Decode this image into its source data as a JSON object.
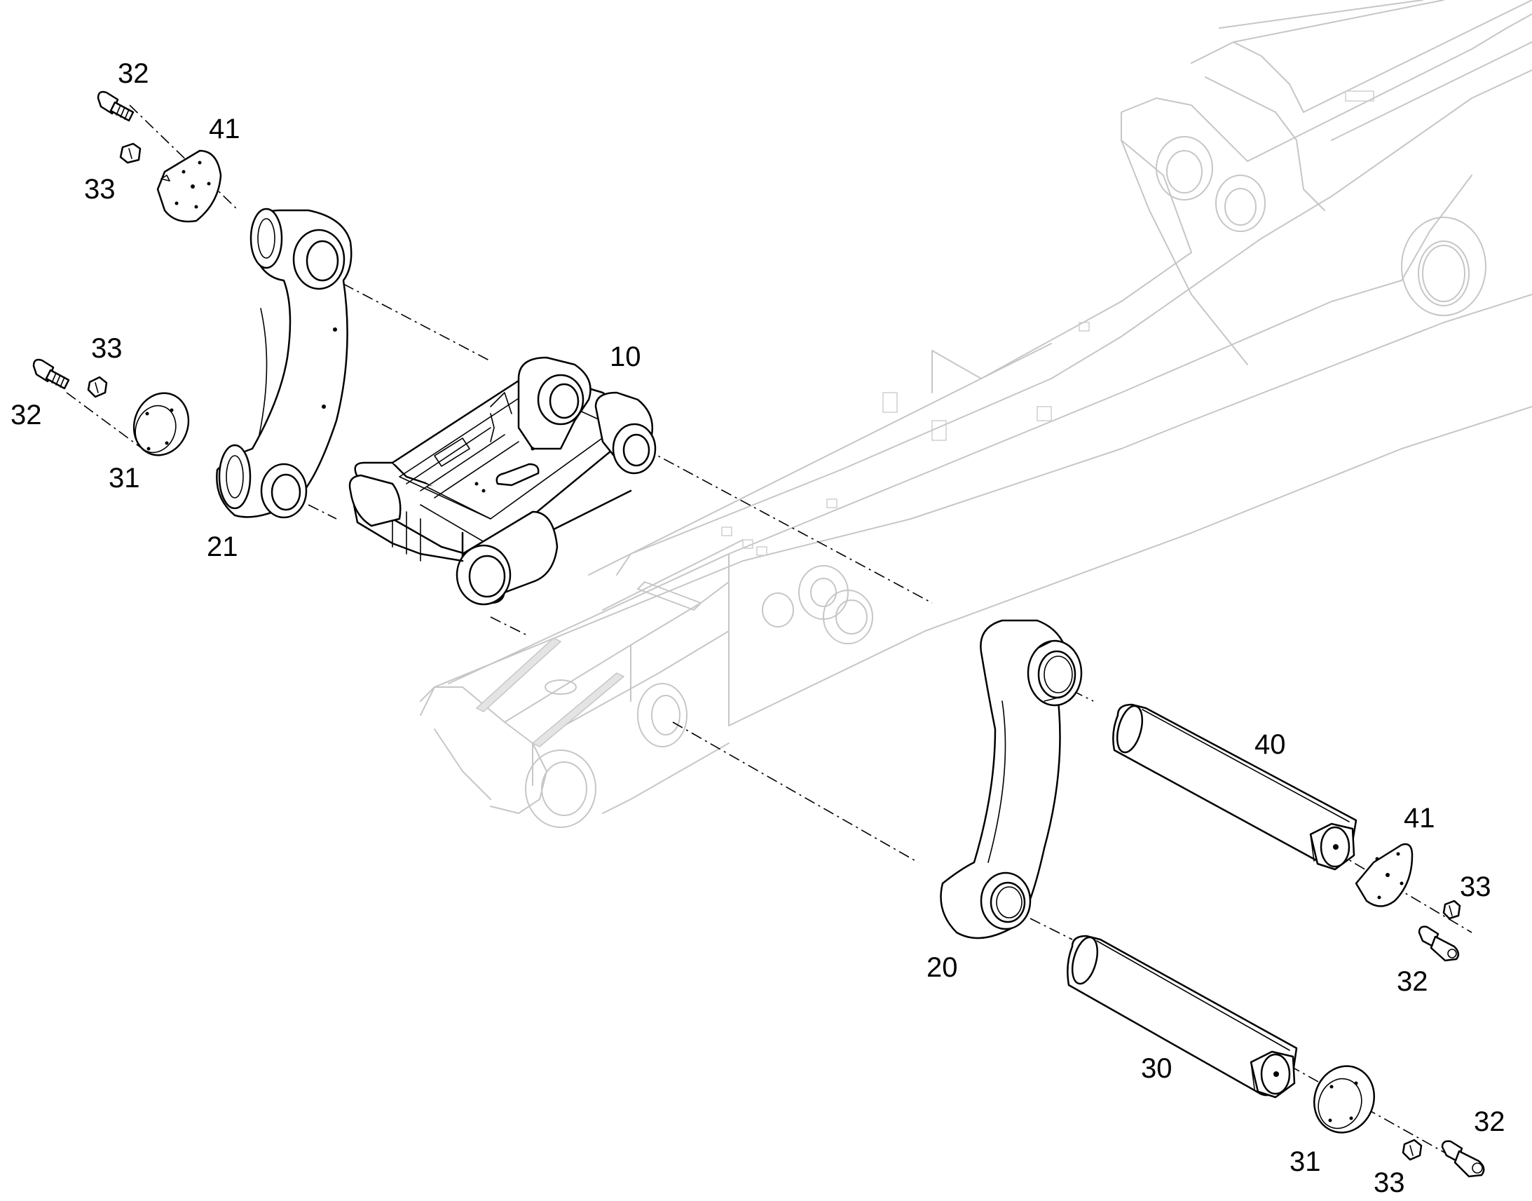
{
  "labels": {
    "l10": "10",
    "l20": "20",
    "l21": "21",
    "l30": "30",
    "l31a": "31",
    "l31b": "31",
    "l32a": "32",
    "l32b": "32",
    "l32c": "32",
    "l32d": "32",
    "l33a": "33",
    "l33b": "33",
    "l33c": "33",
    "l33d": "33",
    "l40": "40",
    "l41a": "41",
    "l41b": "41"
  },
  "colors": {
    "part_stroke": "#000000",
    "ghost_stroke": "#c6c6c6",
    "background": "#ffffff"
  }
}
